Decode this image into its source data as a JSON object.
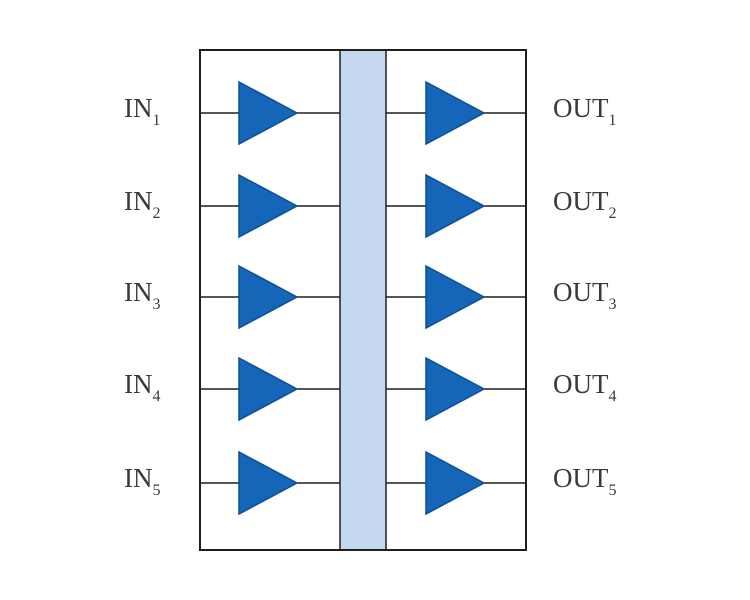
{
  "colors": {
    "buffer_fill": "#1565b8",
    "buffer_stroke": "#0d4f94",
    "bus_fill": "#c4d8f0",
    "line": "#1f1f1f",
    "text": "#3a3a3a"
  },
  "channels": [
    {
      "in_label": "IN",
      "in_sub": "1",
      "out_label": "OUT",
      "out_sub": "1"
    },
    {
      "in_label": "IN",
      "in_sub": "2",
      "out_label": "OUT",
      "out_sub": "2"
    },
    {
      "in_label": "IN",
      "in_sub": "3",
      "out_label": "OUT",
      "out_sub": "3"
    },
    {
      "in_label": "IN",
      "in_sub": "4",
      "out_label": "OUT",
      "out_sub": "4"
    },
    {
      "in_label": "IN",
      "in_sub": "5",
      "out_label": "OUT",
      "out_sub": "5"
    }
  ],
  "icons": {
    "input_buffer": "triangle-buffer-icon",
    "output_buffer": "triangle-buffer-icon"
  }
}
